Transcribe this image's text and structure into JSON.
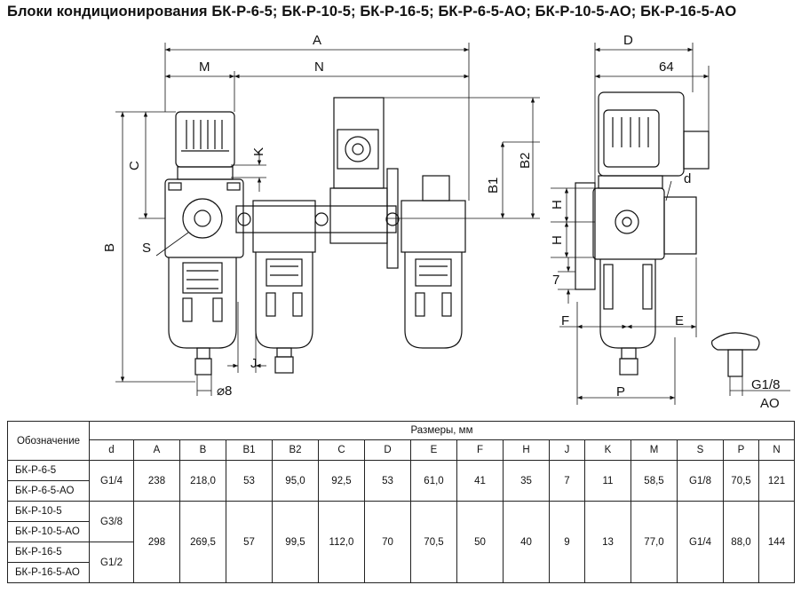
{
  "title": "Блоки кондиционирования БК-Р-6-5; БК-Р-10-5; БК-Р-16-5; БК-Р-6-5-АО; БК-Р-10-5-АО; БК-Р-16-5-АО",
  "drawing": {
    "labels": {
      "A": "A",
      "N": "N",
      "M": "M",
      "C": "C",
      "K": "K",
      "B": "B",
      "B1": "B1",
      "B2": "B2",
      "S": "S",
      "J": "J",
      "d8": "⌀8",
      "D": "D",
      "dim64": "64",
      "d": "d",
      "H1": "H",
      "H2": "H",
      "seven": "7",
      "F": "F",
      "E": "E",
      "P": "P",
      "G18": "G1/8",
      "AO": "AO"
    }
  },
  "table": {
    "designation_header": "Обозначение",
    "dims_header": "Размеры, мм",
    "columns": [
      "d",
      "A",
      "B",
      "B1",
      "B2",
      "C",
      "D",
      "E",
      "F",
      "H",
      "J",
      "K",
      "M",
      "S",
      "P",
      "N"
    ],
    "models": [
      "БК-Р-6-5",
      "БК-Р-6-5-АО",
      "БК-Р-10-5",
      "БК-Р-10-5-АО",
      "БК-Р-16-5",
      "БК-Р-16-5-АО"
    ],
    "d_small": "G1/4",
    "d_mid": "G3/8",
    "d_large": "G1/2",
    "row1": [
      "238",
      "218,0",
      "53",
      "95,0",
      "92,5",
      "53",
      "61,0",
      "41",
      "35",
      "7",
      "11",
      "58,5",
      "G1/8",
      "70,5",
      "121"
    ],
    "row2": [
      "298",
      "269,5",
      "57",
      "99,5",
      "112,0",
      "70",
      "70,5",
      "50",
      "40",
      "9",
      "13",
      "77,0",
      "G1/4",
      "88,0",
      "144"
    ]
  }
}
